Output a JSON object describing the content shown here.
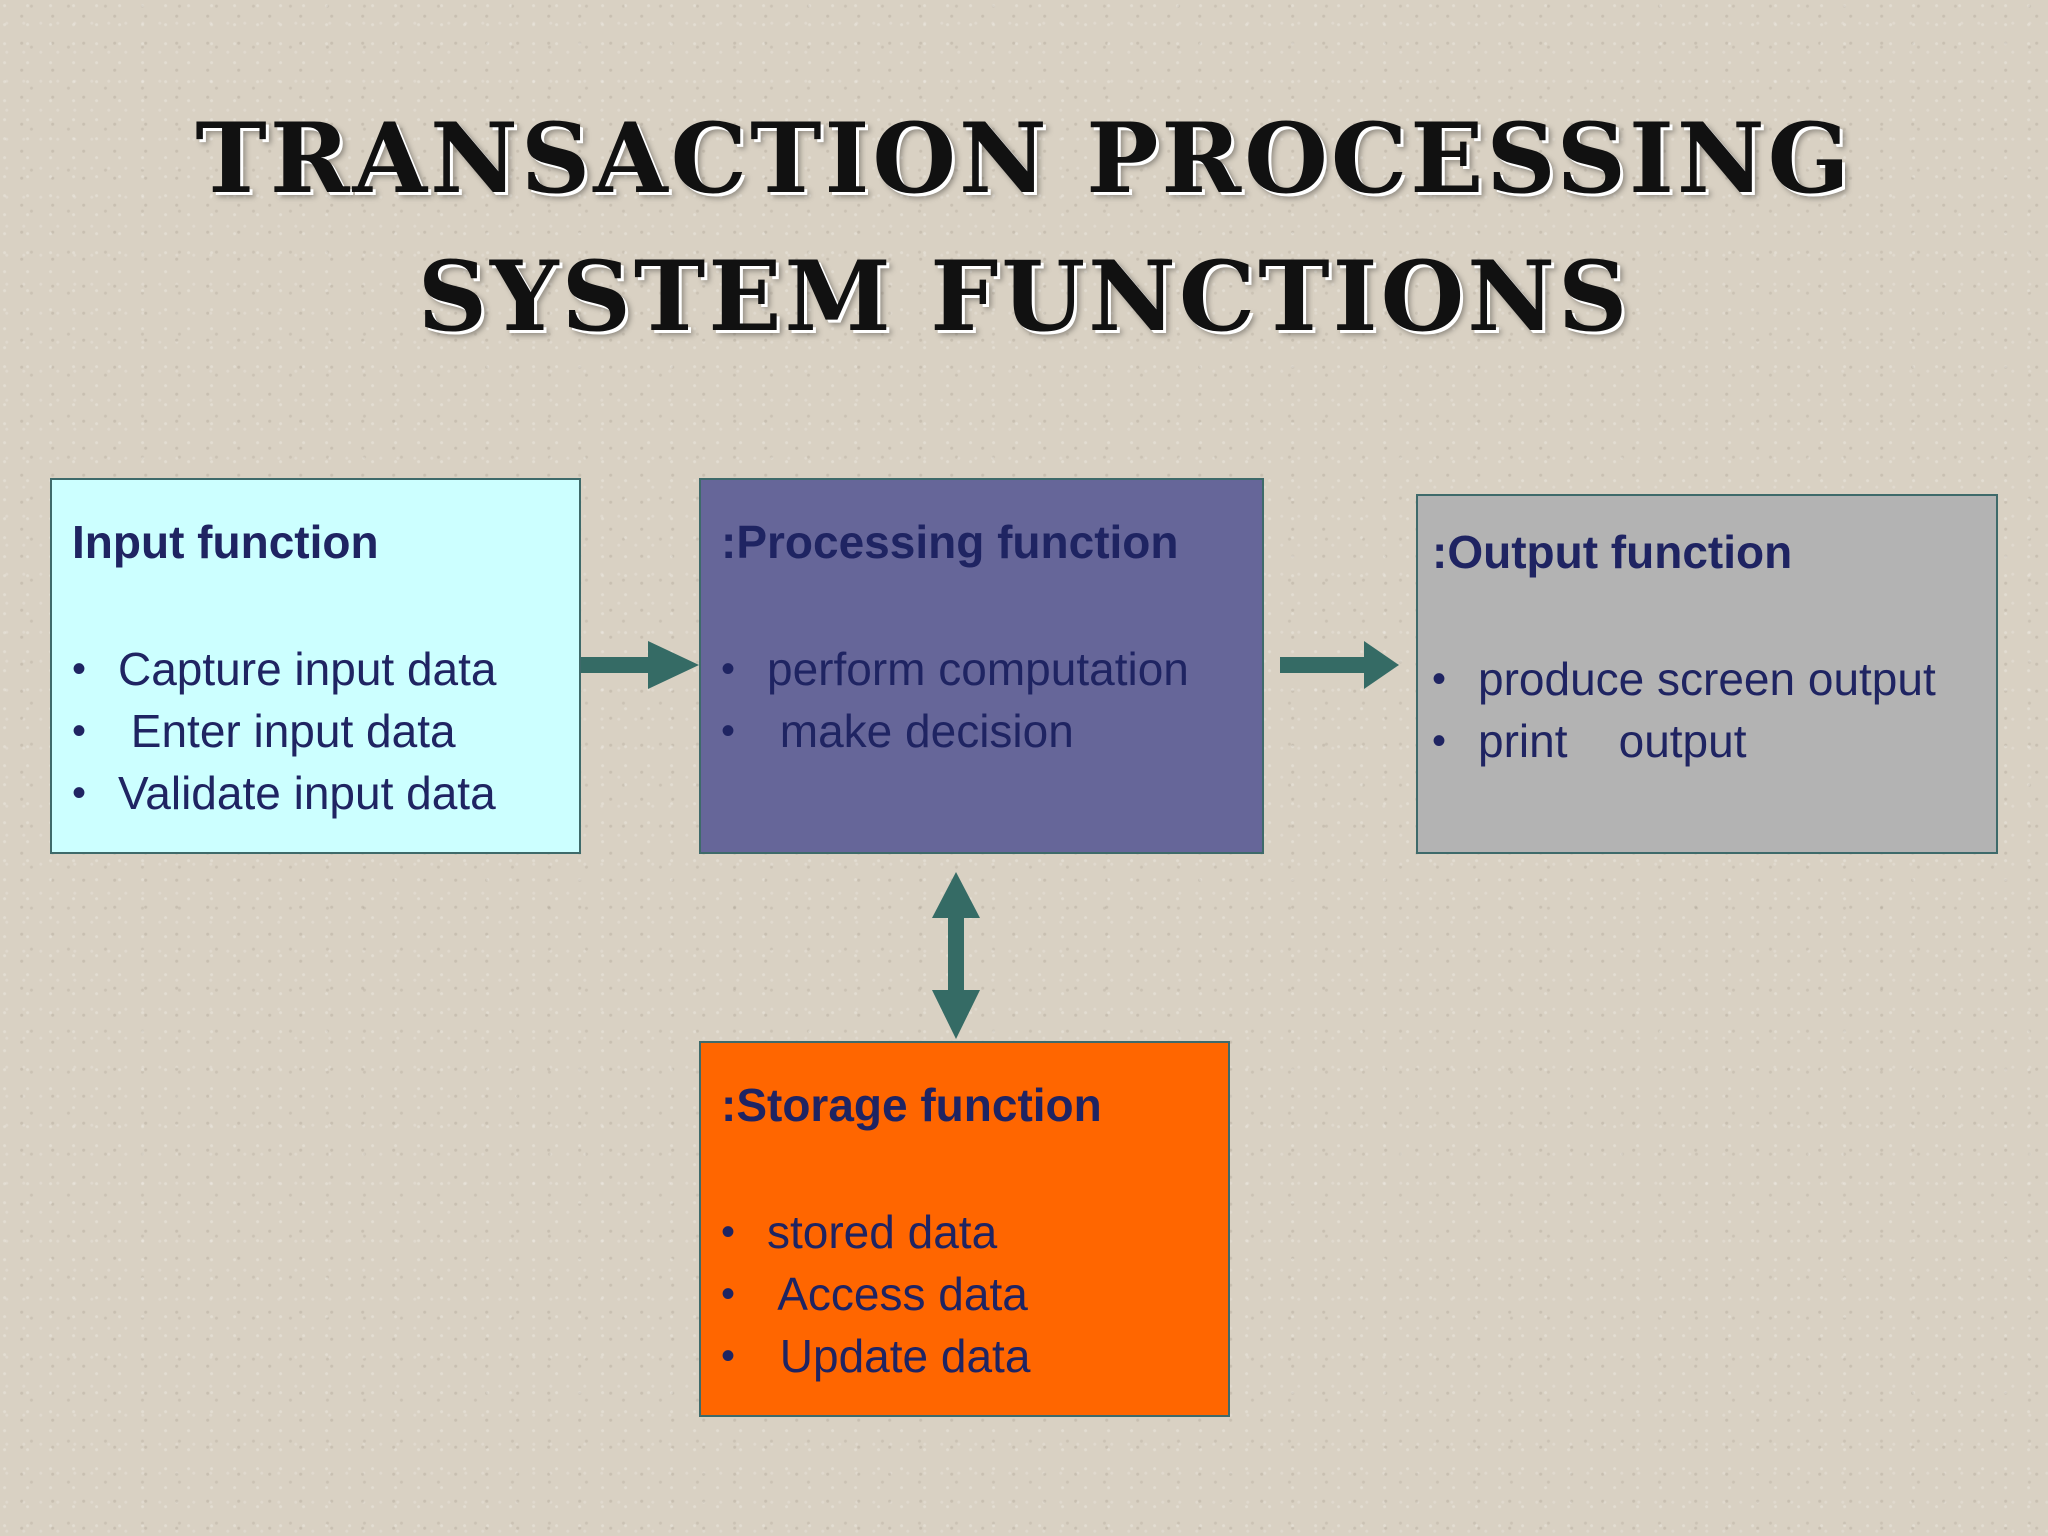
{
  "title": {
    "line1": "Transaction Processing",
    "line2": "System Functions"
  },
  "colors": {
    "background": "#d9d1c3",
    "text": "#1f2462",
    "arrow": "#356b65",
    "input_box": "#ccffff",
    "processing_box": "#666699",
    "output_box": "#b3b3b3",
    "storage_box": "#ff6600"
  },
  "diagram": {
    "input": {
      "heading": "Input function",
      "items": [
        "Capture input data",
        " Enter input data",
        "Validate input data"
      ]
    },
    "processing": {
      "heading": ":Processing function",
      "items": [
        "perform computation",
        " make decision"
      ]
    },
    "output": {
      "heading": ":Output function",
      "items": [
        "produce screen output",
        "print    output"
      ]
    },
    "storage": {
      "heading": ":Storage function",
      "items": [
        "stored data",
        " Access data",
        " Update data"
      ]
    },
    "bullet": "•",
    "connections": [
      {
        "from": "input",
        "to": "processing",
        "direction": "one-way"
      },
      {
        "from": "processing",
        "to": "output",
        "direction": "one-way"
      },
      {
        "from": "processing",
        "to": "storage",
        "direction": "two-way"
      }
    ]
  }
}
